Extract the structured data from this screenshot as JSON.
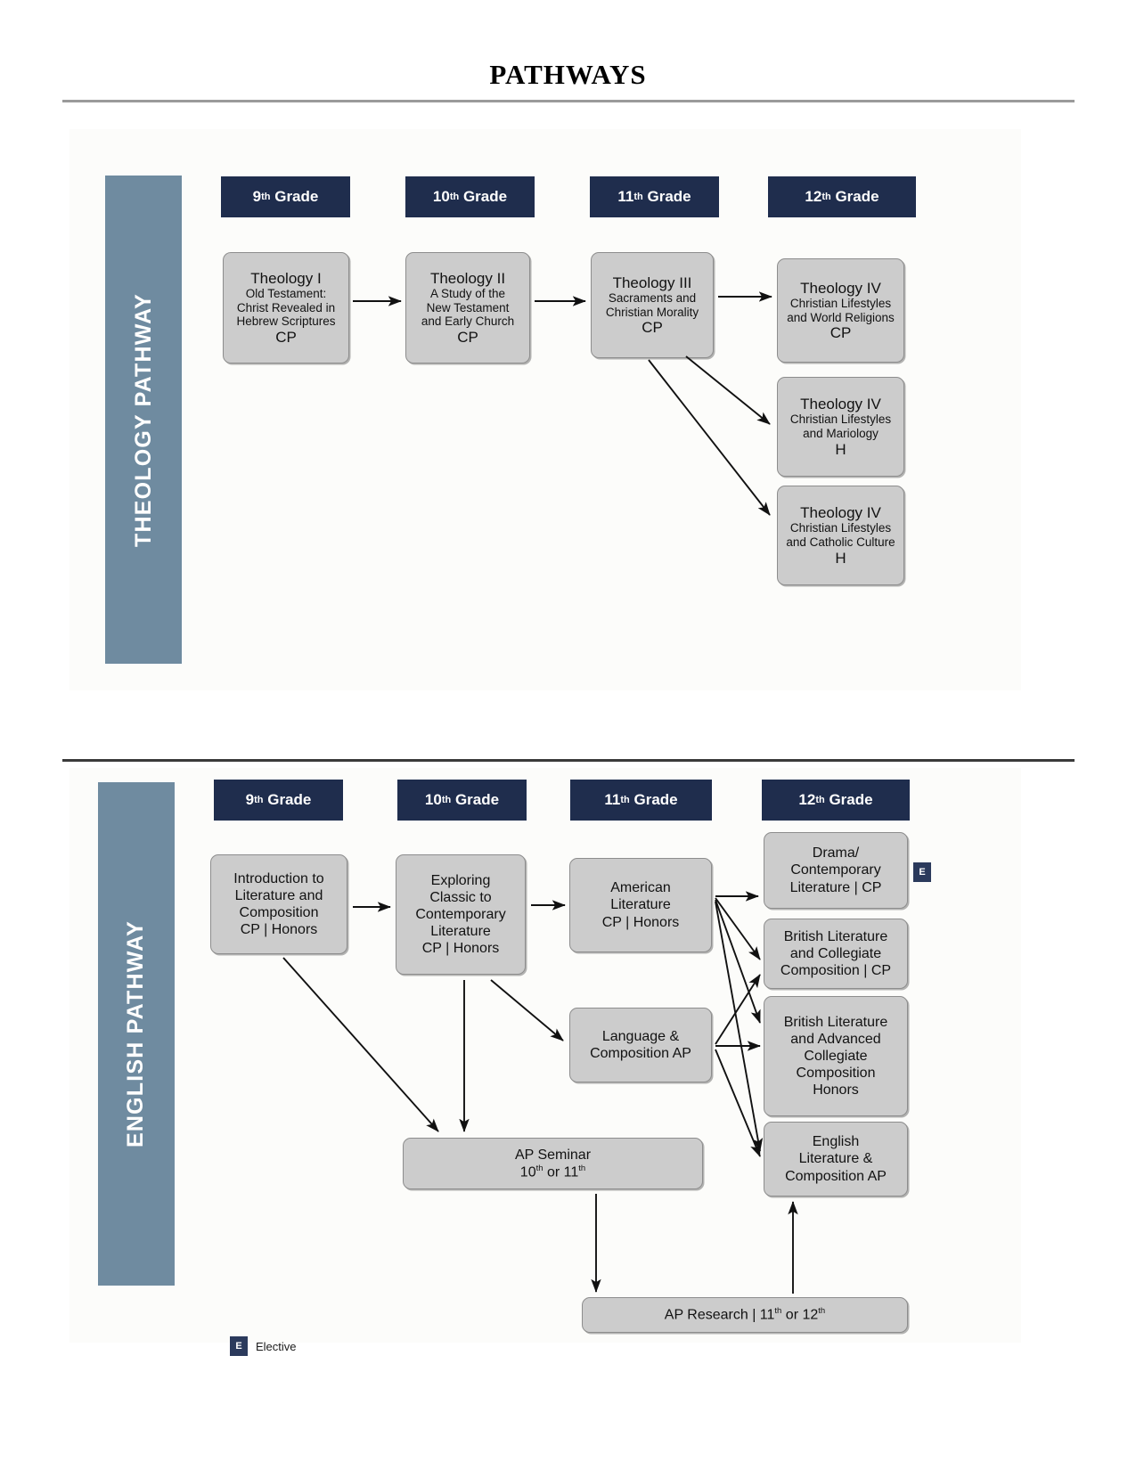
{
  "page": {
    "title": "PATHWAYS"
  },
  "sections": [
    {
      "id": "theology",
      "bar_label": "THEOLOGY PATHWAY",
      "grades": [
        {
          "number": "9",
          "suffix": "th",
          "word": "Grade"
        },
        {
          "number": "10",
          "suffix": "th",
          "word": "Grade"
        },
        {
          "number": "11",
          "suffix": "th",
          "word": "Grade"
        },
        {
          "number": "12",
          "suffix": "th",
          "word": "Grade"
        }
      ],
      "courses": [
        {
          "title": "Theology I",
          "desc1": "Old Testament:",
          "desc2": "Christ Revealed in",
          "desc3": "Hebrew Scriptures",
          "level": "CP"
        },
        {
          "title": "Theology II",
          "desc1": "A Study of the",
          "desc2": "New Testament",
          "desc3": "and Early Church",
          "level": "CP"
        },
        {
          "title": "Theology III",
          "desc1": "Sacraments and",
          "desc2": "Christian Morality",
          "desc3": "",
          "level": "CP"
        },
        {
          "title": "Theology IV",
          "desc1": "Christian Lifestyles",
          "desc2": "and World Religions",
          "desc3": "",
          "level": "CP"
        },
        {
          "title": "Theology IV",
          "desc1": "Christian Lifestyles",
          "desc2": "and Mariology",
          "desc3": "",
          "level": "H"
        },
        {
          "title": "Theology IV",
          "desc1": "Christian Lifestyles",
          "desc2": "and Catholic Culture",
          "desc3": "",
          "level": "H"
        }
      ]
    },
    {
      "id": "english",
      "bar_label": "ENGLISH PATHWAY",
      "grades": [
        {
          "number": "9",
          "suffix": "th",
          "word": "Grade"
        },
        {
          "number": "10",
          "suffix": "th",
          "word": "Grade"
        },
        {
          "number": "11",
          "suffix": "th",
          "word": "Grade"
        },
        {
          "number": "12",
          "suffix": "th",
          "word": "Grade"
        }
      ],
      "courses": {
        "intro": {
          "l1": "Introduction to",
          "l2": "Literature and",
          "l3": "Composition",
          "l4": "CP | Honors"
        },
        "exploring": {
          "l1": "Exploring",
          "l2": "Classic to",
          "l3": "Contemporary",
          "l4": "Literature",
          "l5": "CP | Honors"
        },
        "american": {
          "l1": "American",
          "l2": "Literature",
          "l3": "CP | Honors"
        },
        "language_ap": {
          "l1": "Language &",
          "l2": "Composition AP"
        },
        "drama": {
          "l1": "Drama/",
          "l2": "Contemporary",
          "l3": "Literature | CP",
          "elective": "E"
        },
        "brit_cp": {
          "l1": "British Literature",
          "l2": "and Collegiate",
          "l3": "Composition | CP"
        },
        "brit_honors": {
          "l1": "British Literature",
          "l2": "and Advanced",
          "l3": "Collegiate",
          "l4": "Composition",
          "l5": "Honors"
        },
        "eng_lit_ap": {
          "l1": "English",
          "l2": "Literature &",
          "l3": "Composition AP"
        },
        "ap_seminar": {
          "l1": "AP Seminar",
          "l2_pre": "10",
          "l2_sup1": "th",
          "l2_mid": " or 11",
          "l2_sup2": "th"
        },
        "ap_research": {
          "l1_pre": "AP Research | 11",
          "l1_sup1": "th",
          "l1_mid": " or 12",
          "l1_sup2": "th"
        }
      },
      "legend": {
        "badge": "E",
        "label": "Elective"
      }
    }
  ],
  "colors": {
    "bar": "#6f8ba0",
    "grade_header": "#1f2d4d",
    "course_fill": "#cccccc",
    "course_border": "#8d8d8d",
    "panel_bg": "#fcfcfa",
    "badge": "#2b3a5c"
  }
}
